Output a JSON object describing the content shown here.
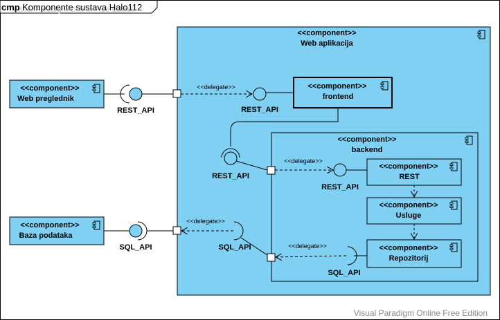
{
  "frame": {
    "keyword": "cmp",
    "title": "Komponente sustava Halo112",
    "watermark_overlay": "Visual Paradigm Online Free Edition"
  },
  "footer": {
    "watermark": "Visual Paradigm Online Free Edition"
  },
  "stereotype": "<<component>>",
  "components": {
    "web_preglednik": "Web preglednik",
    "baza_podataka": "Baza podataka",
    "web_aplikacija": "Web aplikacija",
    "frontend": "frontend",
    "backend": "backend",
    "rest": "REST",
    "usluge": "Usluge",
    "repozitorij": "Repozitorij"
  },
  "interfaces": {
    "rest_api": "REST_API",
    "sql_api": "SQL_API"
  },
  "connectors": {
    "delegate": "<<delegate>>"
  },
  "colors": {
    "component_fill": "#7fd0f3",
    "line": "#000000",
    "frame_bg": "#ffffff",
    "watermark": "#8a8a8a"
  }
}
